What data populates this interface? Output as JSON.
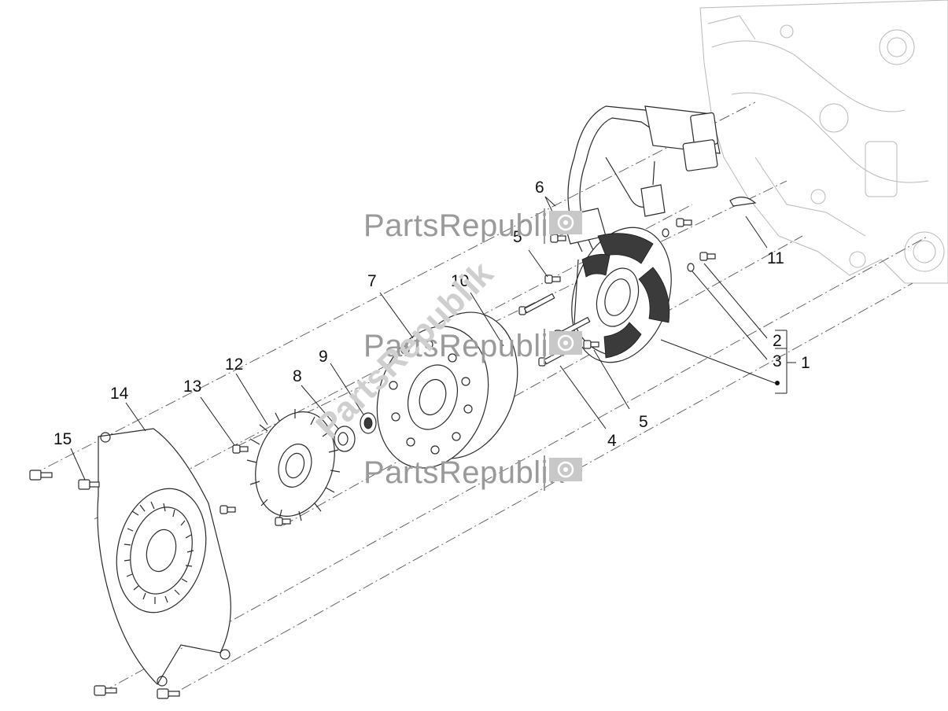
{
  "callouts": {
    "c1": "1",
    "c2": "2",
    "c3": "3",
    "c4": "4",
    "c5a": "5",
    "c5b": "5",
    "c6": "6",
    "c7": "7",
    "c8": "8",
    "c9": "9",
    "c10": "10",
    "c11": "11",
    "c12": "12",
    "c13": "13",
    "c14": "14",
    "c15": "15"
  },
  "watermark": {
    "brand": "PartsRepublik"
  },
  "colors": {
    "line": "#2a2a2a",
    "watermark": "#9a9a9a",
    "ghost_engine": "#b8b8b8",
    "background": "#ffffff"
  },
  "icons": [
    "gear-icon"
  ]
}
